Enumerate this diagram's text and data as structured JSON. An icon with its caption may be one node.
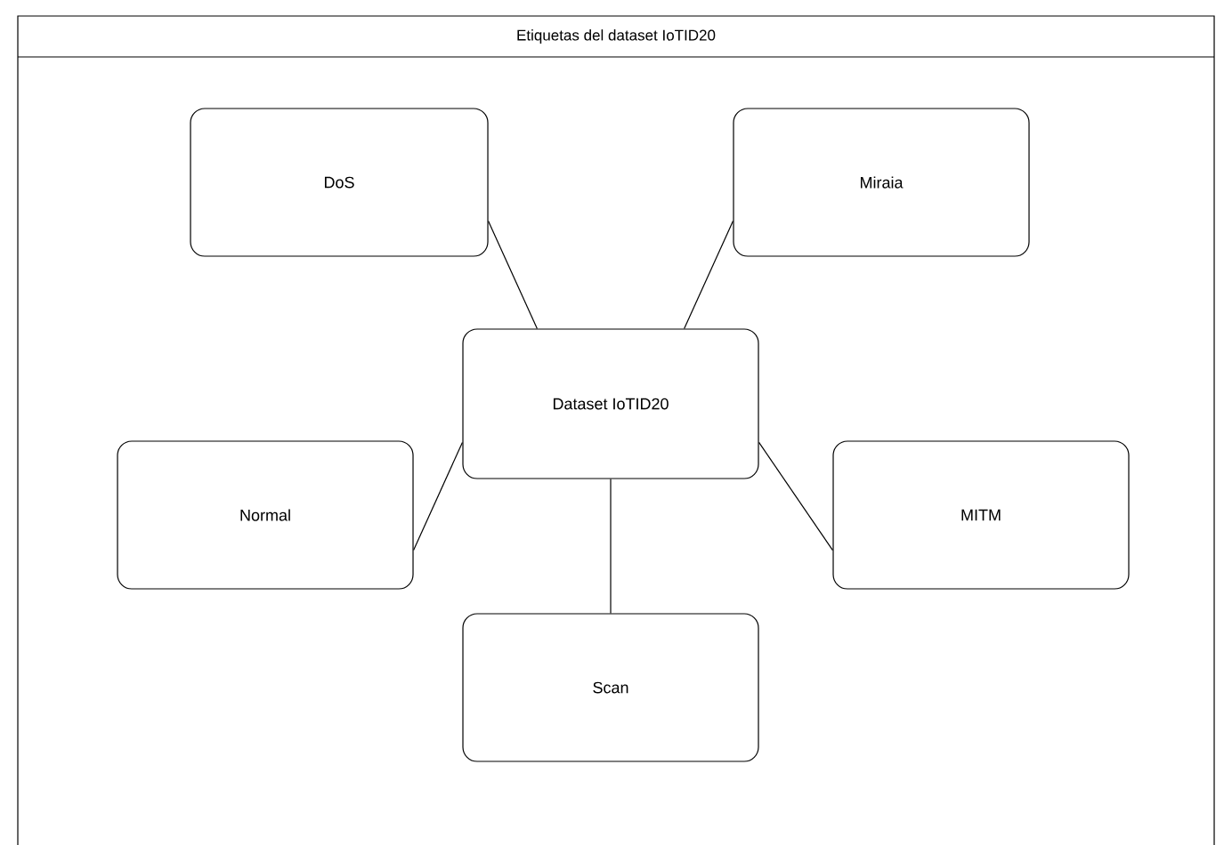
{
  "diagram": {
    "nodes": [
      {
        "text": [
          "Etiquetas del dataset IoTID20"
        ]
      },
      {
        "text": [
          "DoS"
        ],
        "in": 0
      },
      {
        "text": [
          "Miraia"
        ],
        "in": 0
      },
      {
        "text": [
          "Dataset IoTID20"
        ],
        "in": 0
      },
      {
        "text": [
          "Normal"
        ],
        "in": 0
      },
      {
        "text": [
          "MITM"
        ],
        "in": 0
      },
      {
        "text": [
          "Scan"
        ],
        "in": 0
      }
    ],
    "edges": [
      {
        "from": 3,
        "to": 1,
        "arrow": "none"
      },
      {
        "from": 3,
        "to": 2,
        "arrow": "none"
      },
      {
        "from": 3,
        "to": 4,
        "arrow": "none"
      },
      {
        "from": 3,
        "to": 5,
        "arrow": "none"
      },
      {
        "from": 3,
        "to": 6,
        "arrow": "none"
      }
    ]
  }
}
